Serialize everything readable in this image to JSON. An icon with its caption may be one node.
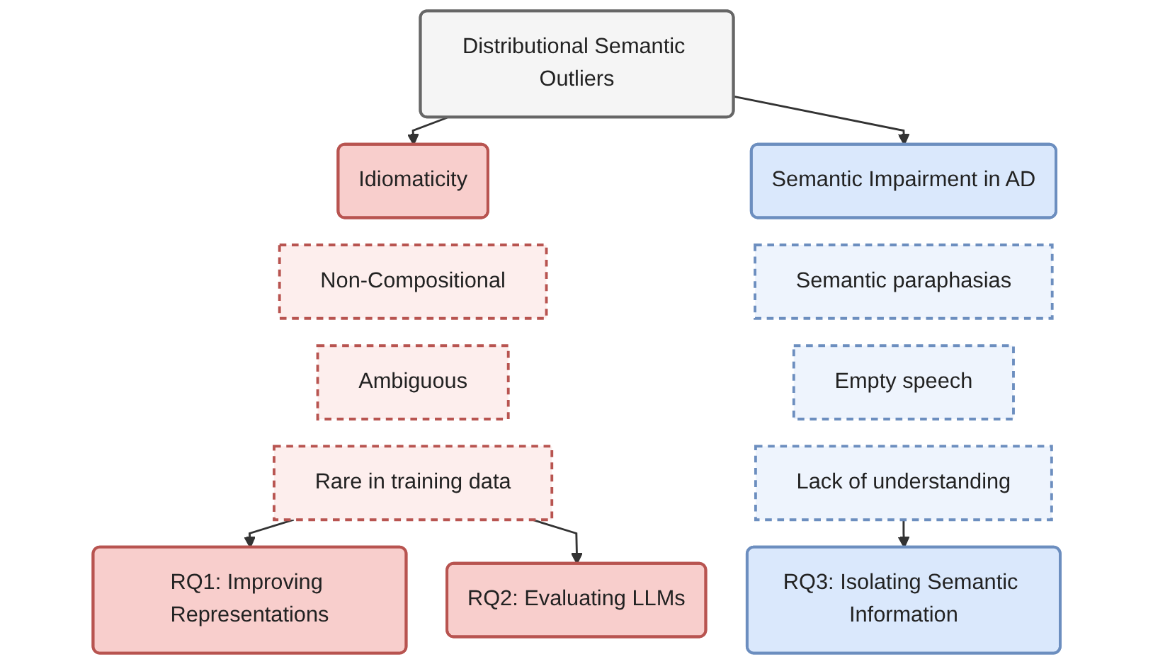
{
  "diagram": {
    "nodes": [
      {
        "text": [
          "Distributional Semantic Outliers"
        ]
      },
      {
        "text": [
          "Idiomaticity"
        ]
      },
      {
        "text": [
          "Non-Compositional"
        ]
      },
      {
        "text": [
          "Ambiguous"
        ]
      },
      {
        "text": [
          "Rare in training data"
        ]
      },
      {
        "text": [
          "Semantic Impairment in AD"
        ]
      },
      {
        "text": [
          "Semantic paraphasias"
        ]
      },
      {
        "text": [
          "Empty speech"
        ]
      },
      {
        "text": [
          "Lack of understanding"
        ]
      },
      {
        "text": [
          "RQ1: Improving Representations"
        ]
      },
      {
        "text": [
          "RQ2: Evaluating LLMs"
        ]
      },
      {
        "text": [
          "RQ3: Isolating Semantic Information"
        ]
      }
    ],
    "edges": [
      {
        "from": 0,
        "to": 1,
        "arrow": "to"
      },
      {
        "from": 0,
        "to": 5,
        "arrow": "to"
      },
      {
        "from": 4,
        "to": 9,
        "arrow": "to"
      },
      {
        "from": 4,
        "to": 10,
        "arrow": "to"
      },
      {
        "from": 8,
        "to": 11,
        "arrow": "to"
      }
    ]
  }
}
